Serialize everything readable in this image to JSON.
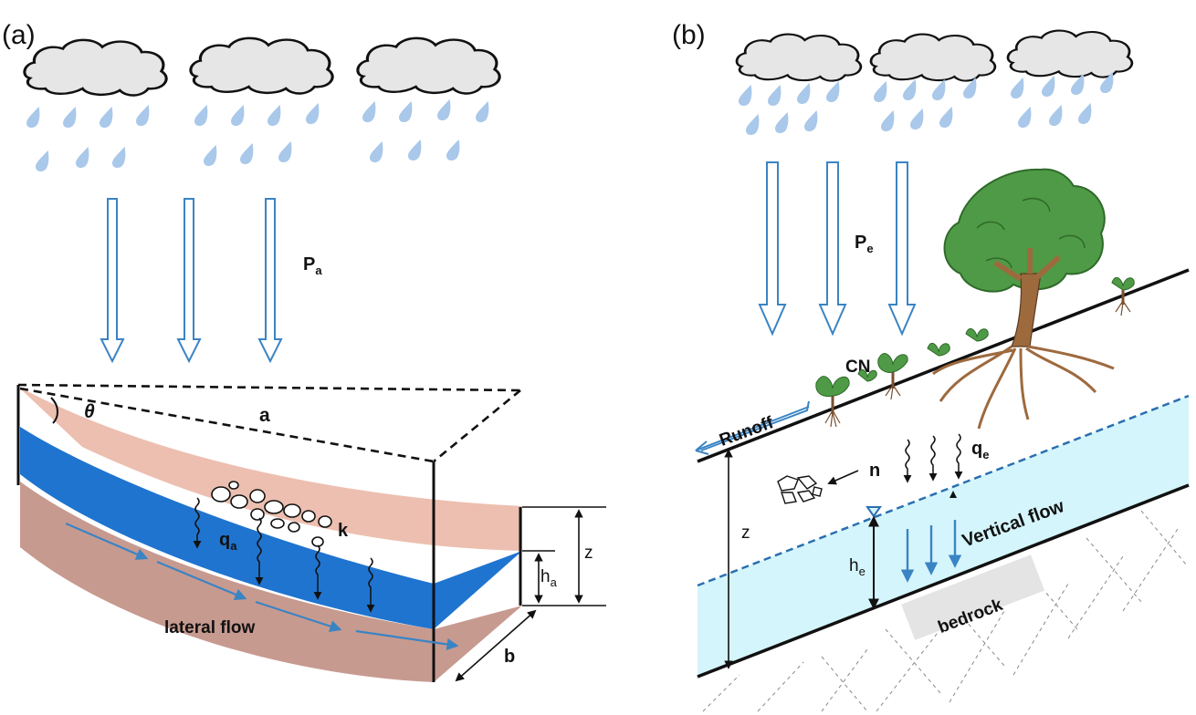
{
  "panel_a": {
    "label": "(a)",
    "precip_label": "P",
    "precip_sub": "a",
    "angle_label": "θ",
    "length_label": "a",
    "depth_label": "z",
    "water_label": "h",
    "water_sub": "a",
    "infil_label": "q",
    "infil_sub": "a",
    "conductivity_label": "k",
    "flow_label": "lateral flow",
    "width_label": "b"
  },
  "panel_b": {
    "label": "(b)",
    "precip_label": "P",
    "precip_sub": "e",
    "curve_number_label": "CN",
    "runoff_label": "Runoff",
    "porosity_label": "n",
    "infil_label": "q",
    "infil_sub": "e",
    "vertical_flow_label": "Vertical flow",
    "depth_label": "z",
    "water_label": "h",
    "water_sub": "e",
    "bedrock_label": "bedrock"
  },
  "colors": {
    "rain": "#a9c8ea",
    "cloud": "#e6e6e6",
    "arrow_blue": "#3a84c4",
    "soil_top": "#edbfb0",
    "aquifer": "#1f74cf",
    "soil_base": "#c79a90",
    "groundwater_b": "#d4f5fb",
    "tree_green": "#4f9a46",
    "trunk": "#9d6a3e"
  }
}
